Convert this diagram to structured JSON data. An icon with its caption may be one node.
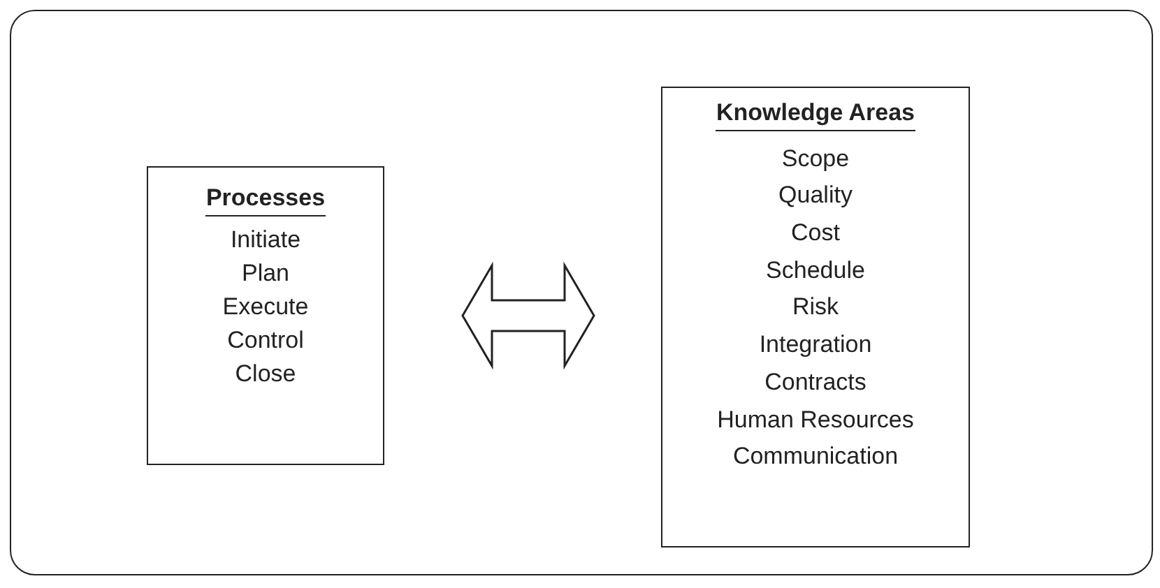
{
  "diagram": {
    "nodes": [
      {
        "text": [],
        "shape": "box"
      },
      {
        "text": [
          "Processes",
          "Initiate",
          "Plan",
          "Execute",
          "Control",
          "Close"
        ],
        "in": 0
      },
      {
        "text": [
          "Knowledge Areas",
          "Scope",
          "Quality",
          "Cost",
          "Schedule",
          "Risk",
          "Integration",
          "Contracts",
          "Human Resources",
          "Communication"
        ],
        "in": 0
      }
    ],
    "edges": [
      {
        "from": 1,
        "to": 2,
        "arrow": "both"
      }
    ]
  }
}
